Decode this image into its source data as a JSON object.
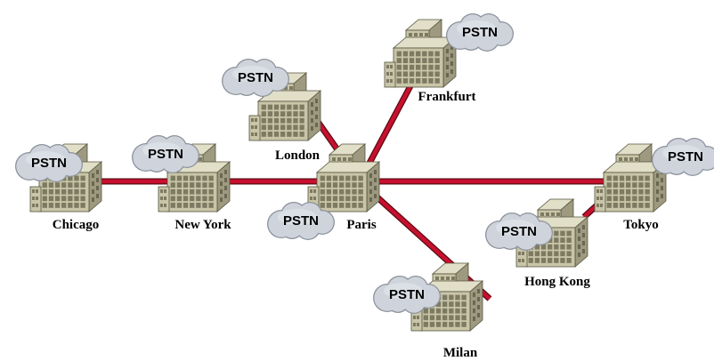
{
  "colors": {
    "link": "#c8102e",
    "link_edge": "#5a0a12",
    "building_front": "#c9c5a8",
    "building_side": "#9d9a80",
    "building_roof": "#e2dfc8",
    "window": "#7d7a62",
    "cloud": "#cfd4dc",
    "cloud_edge": "#8d939d"
  },
  "icons": {
    "site": "office-building-icon",
    "pstn": "pstn-cloud-icon"
  },
  "sites": [
    {
      "id": "chicago",
      "label": "Chicago"
    },
    {
      "id": "new-york",
      "label": "New York"
    },
    {
      "id": "london",
      "label": "London"
    },
    {
      "id": "frankfurt",
      "label": "Frankfurt"
    },
    {
      "id": "paris",
      "label": "Paris"
    },
    {
      "id": "milan",
      "label": "Milan"
    },
    {
      "id": "hong-kong",
      "label": "Hong Kong"
    },
    {
      "id": "tokyo",
      "label": "Tokyo"
    }
  ],
  "pstn_clouds": [
    {
      "site": "chicago",
      "label": "PSTN"
    },
    {
      "site": "new-york",
      "label": "PSTN"
    },
    {
      "site": "london",
      "label": "PSTN"
    },
    {
      "site": "frankfurt",
      "label": "PSTN"
    },
    {
      "site": "paris",
      "label": "PSTN"
    },
    {
      "site": "milan",
      "label": "PSTN"
    },
    {
      "site": "hong-kong",
      "label": "PSTN"
    },
    {
      "site": "tokyo",
      "label": "PSTN"
    }
  ],
  "links": [
    {
      "from": "chicago",
      "to": "new-york"
    },
    {
      "from": "new-york",
      "to": "paris"
    },
    {
      "from": "london",
      "to": "paris"
    },
    {
      "from": "frankfurt",
      "to": "paris"
    },
    {
      "from": "paris",
      "to": "tokyo"
    },
    {
      "from": "paris",
      "to": "milan"
    },
    {
      "from": "hong-kong",
      "to": "tokyo"
    }
  ]
}
